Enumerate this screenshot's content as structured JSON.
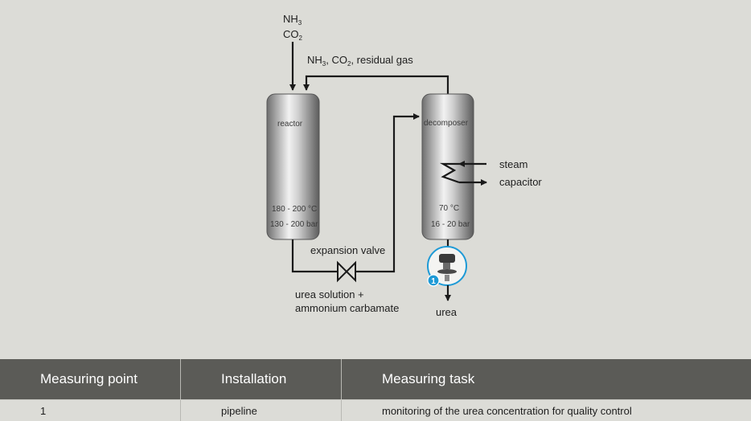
{
  "diagram": {
    "inputs": {
      "line1": "NH",
      "line1_sub": "3",
      "line2": "CO",
      "line2_sub": "2"
    },
    "recycle": {
      "p1": "NH",
      "p1_sub": "3",
      "p2": ", CO",
      "p2_sub": "2",
      "p3": ", residual gas"
    },
    "reactor": {
      "label": "reactor",
      "temperature": "180 - 200 °C",
      "pressure": "130 - 200 bar"
    },
    "decomposer": {
      "label": "decomposer",
      "temperature": "70 °C",
      "pressure": "16 - 20 bar"
    },
    "steam": "steam",
    "capacitor": "capacitor",
    "expansion_valve": "expansion valve",
    "mixture_line1": "urea solution +",
    "mixture_line2": "ammonium carbamate",
    "product": "urea",
    "measuring_point_badge": "1"
  },
  "table": {
    "headers": [
      "Measuring point",
      "Installation",
      "Measuring task"
    ],
    "rows": [
      [
        "1",
        "pipeline",
        "monitoring of the urea concentration for quality control"
      ]
    ]
  },
  "colors": {
    "background": "#dcdcd7",
    "table_header": "#5b5b57",
    "badge": "#1e9ad6"
  }
}
